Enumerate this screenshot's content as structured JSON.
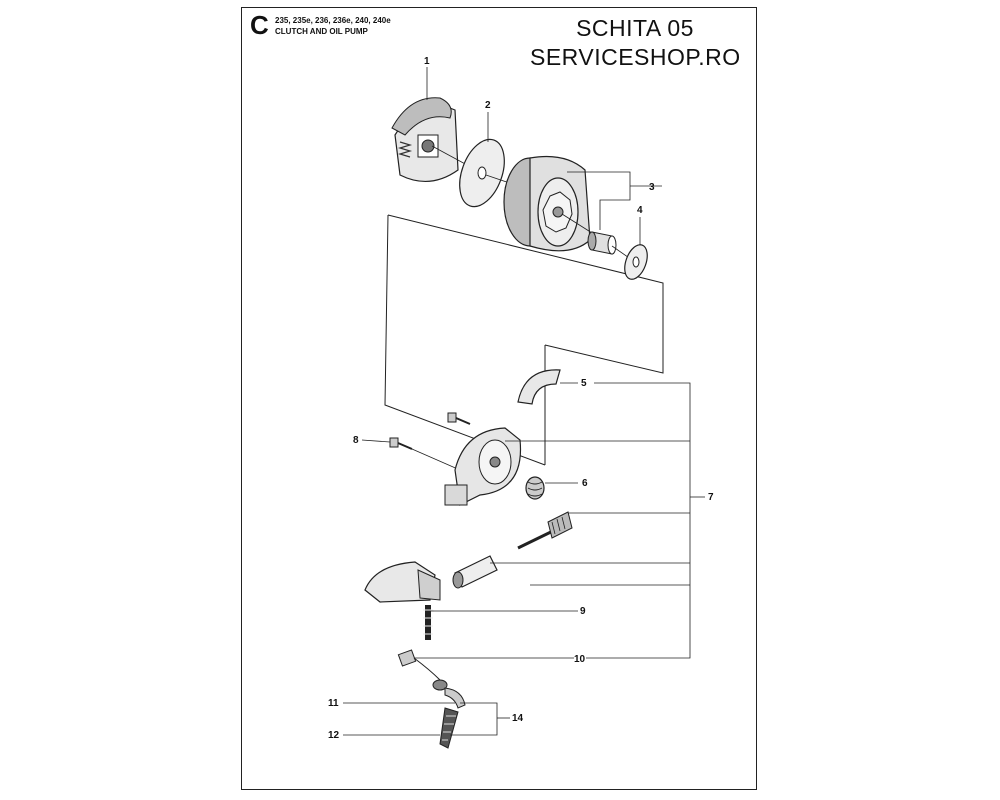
{
  "header": {
    "section_letter": "C",
    "models": "235, 235e, 236, 236e, 240, 240e",
    "subtitle": "CLUTCH AND OIL PUMP",
    "schita": "SCHITA 05",
    "shop": "SERVICESHOP.RO"
  },
  "callouts": [
    "1",
    "2",
    "3",
    "4",
    "5",
    "6",
    "7",
    "8",
    "9",
    "10",
    "11",
    "12",
    "14"
  ],
  "colors": {
    "line": "#222222",
    "part_fill": "#eeeeee",
    "part_shade": "#9a9a9a"
  }
}
